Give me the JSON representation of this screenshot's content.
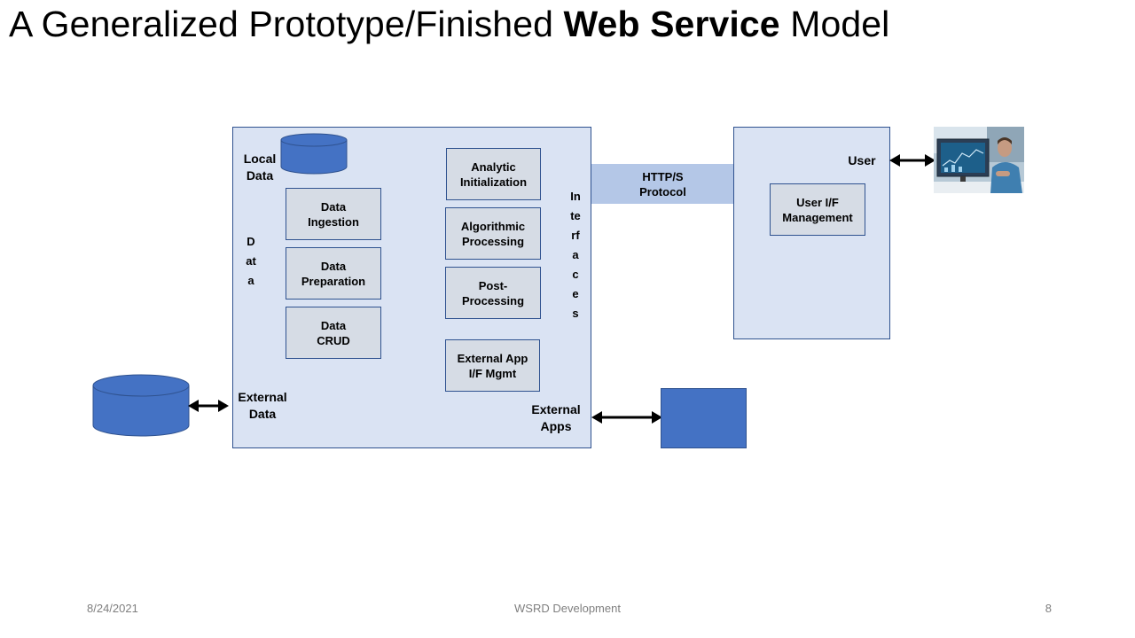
{
  "slide": {
    "title_before": "A Generalized Prototype/Finished ",
    "title_bold": "Web Service",
    "title_after": " Model"
  },
  "server": {
    "local_data_label": "Local\nData",
    "data_vertical_label": "Data",
    "interfaces_vertical_label": "Interfaces",
    "external_data_label": "External\nData",
    "external_apps_label": "External\nApps",
    "data_boxes": [
      "Data\nIngestion",
      "Data\nPreparation",
      "Data\nCRUD"
    ],
    "process_boxes": [
      "Analytic\nInitialization",
      "Algorithmic\nProcessing",
      "Post-\nProcessing",
      "External App\nI/F Mgmt"
    ]
  },
  "protocol": {
    "label": "HTTP/S\nProtocol"
  },
  "client": {
    "user_label": "User",
    "ui_box": "User I/F\nManagement"
  },
  "footer": {
    "date": "8/24/2021",
    "center": "WSRD Development",
    "page": "8"
  },
  "colors": {
    "panel": "#dae3f3",
    "box": "#d6dce5",
    "accent": "#4472c4",
    "border": "#2f528f",
    "band": "#b4c7e7"
  },
  "icons": [
    "database-cylinder-icon",
    "double-arrow-icon",
    "user-at-computer-photo"
  ]
}
